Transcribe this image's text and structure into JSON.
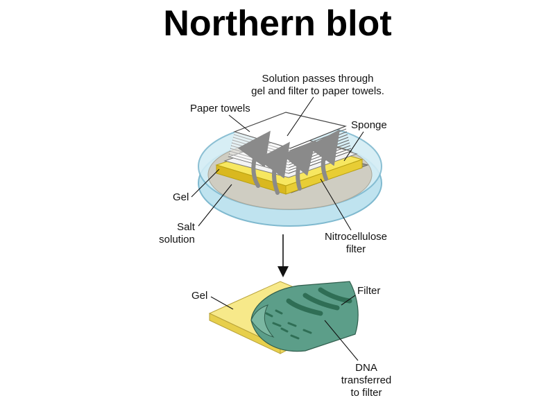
{
  "title": "Northern blot",
  "labels": {
    "solution_line1": "Solution passes through",
    "solution_line2": "gel and filter to paper towels.",
    "paper_towels": "Paper towels",
    "sponge": "Sponge",
    "gel_top": "Gel",
    "salt_line1": "Salt",
    "salt_line2": "solution",
    "nitro_line1": "Nitrocellulose",
    "nitro_line2": "filter",
    "gel_bottom": "Gel",
    "filter": "Filter",
    "dna_line1": "DNA",
    "dna_line2": "transferred",
    "dna_line3": "to filter"
  },
  "colors": {
    "dish": "#bfe3ef",
    "dish_rim": "#7fb9cf",
    "salt_solution": "#cfcdc2",
    "gel": "#f7e760",
    "gel_side": "#d9b81f",
    "towel": "#ffffff",
    "filter": "#5c9e89",
    "bands": "#2f6e55"
  }
}
